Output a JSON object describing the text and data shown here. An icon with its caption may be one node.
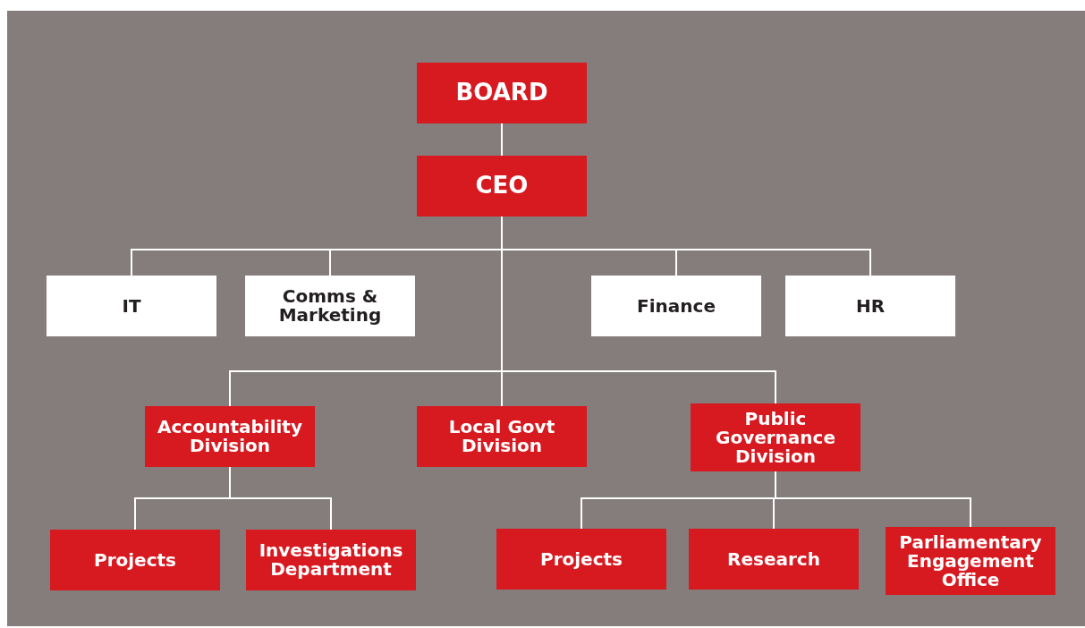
{
  "diagram": {
    "nodes": [
      {
        "text": [
          "BOARD"
        ]
      },
      {
        "text": [
          "CEO"
        ]
      },
      {
        "text": [
          "IT"
        ]
      },
      {
        "text": [
          "Comms & Marketing"
        ]
      },
      {
        "text": [
          "Finance"
        ]
      },
      {
        "text": [
          "HR"
        ]
      },
      {
        "text": [
          "Accountability Division"
        ]
      },
      {
        "text": [
          "Local Govt Division"
        ]
      },
      {
        "text": [
          "Public Governance Division"
        ]
      },
      {
        "text": [
          "Projects"
        ]
      },
      {
        "text": [
          "Investigations Department"
        ]
      },
      {
        "text": [
          "Projects"
        ]
      },
      {
        "text": [
          "Research"
        ]
      },
      {
        "text": [
          "Parliamentary Engagement Office"
        ]
      }
    ],
    "edges": [
      {
        "from": 0,
        "to": 1,
        "arrow": "none"
      },
      {
        "from": 1,
        "to": 2,
        "arrow": "none"
      },
      {
        "from": 1,
        "to": 3,
        "arrow": "none"
      },
      {
        "from": 1,
        "to": 4,
        "arrow": "none"
      },
      {
        "from": 1,
        "to": 5,
        "arrow": "none"
      },
      {
        "from": 1,
        "to": 6,
        "arrow": "none"
      },
      {
        "from": 1,
        "to": 7,
        "arrow": "none"
      },
      {
        "from": 1,
        "to": 8,
        "arrow": "none"
      },
      {
        "from": 6,
        "to": 9,
        "arrow": "none"
      },
      {
        "from": 6,
        "to": 10,
        "arrow": "none"
      },
      {
        "from": 8,
        "to": 11,
        "arrow": "none"
      },
      {
        "from": 8,
        "to": 12,
        "arrow": "none"
      },
      {
        "from": 8,
        "to": 13,
        "arrow": "none"
      }
    ]
  }
}
